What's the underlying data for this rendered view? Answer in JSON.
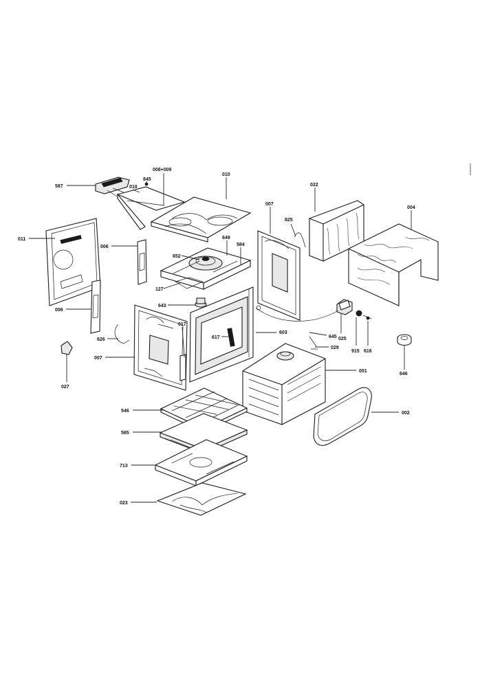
{
  "callouts": {
    "c587": "587",
    "c845": "845",
    "c010a": "010",
    "c008": "008+009",
    "c010b": "010",
    "c022": "022",
    "c007a": "007",
    "c004": "004",
    "c011": "011",
    "c006a": "006",
    "c825": "825",
    "c649": "649",
    "c584": "584",
    "c652": "652",
    "c127": "127",
    "c643": "643",
    "c006b": "006",
    "c017a": "017",
    "c617": "617",
    "c603": "603",
    "c645": "645",
    "c025": "025",
    "c029": "029",
    "c915": "915",
    "c616": "616",
    "c626": "626",
    "c007b": "007",
    "c001": "001",
    "c646": "646",
    "c027": "027",
    "c546": "546",
    "c002": "002",
    "c585": "585",
    "c713": "713",
    "c023": "023"
  }
}
